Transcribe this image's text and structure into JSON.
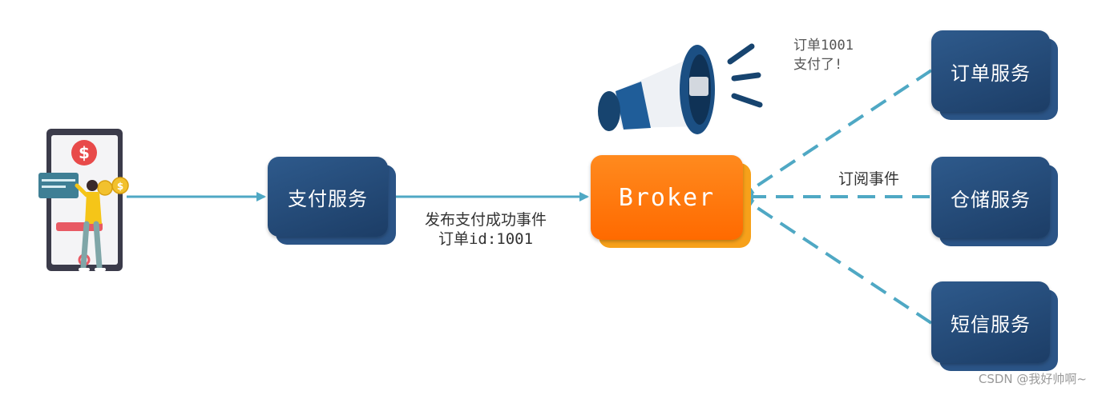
{
  "services": {
    "pay": "支付服务",
    "broker": "Broker",
    "order": "订单服务",
    "storage": "仓储服务",
    "sms": "短信服务"
  },
  "labels": {
    "publish_line1": "发布支付成功事件",
    "publish_line2": "订单id:1001",
    "subscribe": "订阅事件",
    "broadcast_line1": "订单1001",
    "broadcast_line2": "支付了!"
  },
  "phone": {
    "currency_symbol": "$"
  },
  "watermark": "CSDN @我好帅啊~",
  "colors": {
    "service_blue": "#1f4470",
    "broker_orange": "#ff7300",
    "arrow_teal": "#4fa8c4"
  },
  "icons": [
    "phone-payment-illustration",
    "megaphone-icon",
    "dollar-icon",
    "coin-icon"
  ]
}
